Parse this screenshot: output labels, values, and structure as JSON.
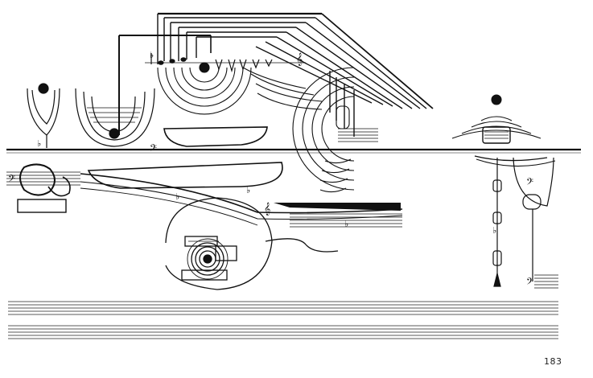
{
  "page": {
    "number": "183",
    "ink_color": "#111111",
    "paper_color": "#ffffff"
  },
  "notation": {
    "clefs": [
      "treble",
      "bass",
      "treble",
      "bass",
      "bass",
      "bass"
    ],
    "accidentals": [
      "flat",
      "flat",
      "flat",
      "flat",
      "flat",
      "flat"
    ]
  }
}
